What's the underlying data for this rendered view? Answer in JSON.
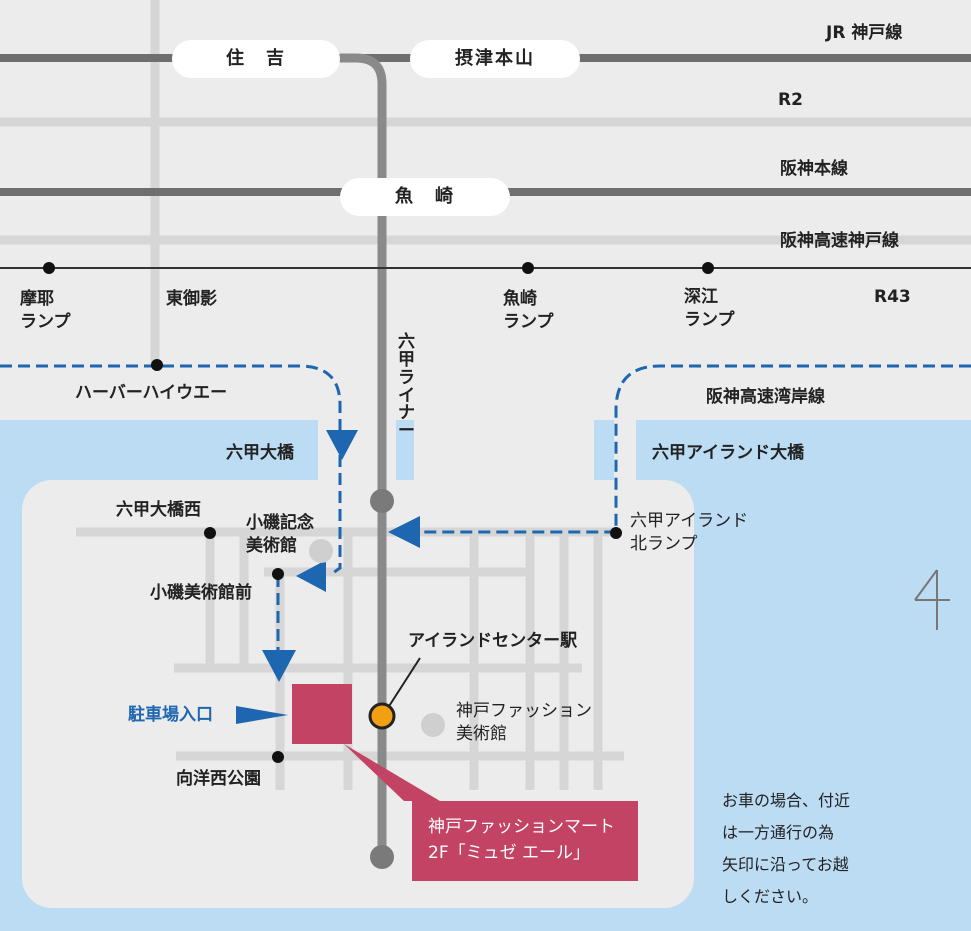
{
  "rail": {
    "jr_kobe": "JR 神戸線",
    "route2": "R2",
    "hanshin": "阪神本線",
    "hanshin_expressway": "阪神高速神戸線",
    "route43": "R43",
    "harbor_highway": "ハーバーハイウエー",
    "wangan": "阪神高速湾岸線",
    "rokko_liner": "六甲ライナー"
  },
  "stations": {
    "sumiyoshi": "住　吉",
    "settsu_motoyama": "摂津本山",
    "uozaki": "魚　崎",
    "island_center": "アイランドセンター駅"
  },
  "ramps": {
    "maya": "摩耶\nランプ",
    "higashi_mikage": "東御影",
    "uozaki": "魚崎\nランプ",
    "fukae": "深江\nランプ",
    "rokko_island_north": "六甲アイランド\n北ランプ"
  },
  "bridges": {
    "rokko_ohashi": "六甲大橋",
    "rokko_island_ohashi": "六甲アイランド大橋"
  },
  "places": {
    "rokko_ohashi_nishi": "六甲大橋西",
    "koiso_memorial": "小磯記念\n美術館",
    "koiso_museum_mae": "小磯美術館前",
    "fashion_museum": "神戸ファッション\n美術館",
    "koyo_nishi_park": "向洋西公園",
    "parking_entrance": "駐車場入口"
  },
  "destination": {
    "line1": "神戸ファッションマート",
    "line2": "2F「ミュゼ エール」"
  },
  "note": "お車の場合、付近\nは一方通行の為\n矢印に沿ってお越\nしください。",
  "north_mark": "↑",
  "colors": {
    "sea": "#bcdcf4",
    "land": "#ececec",
    "road": "#d6d6d6",
    "rail": "#6f6f6f",
    "route_blue": "#1e66b0",
    "destination": "#c34364",
    "station_orange": "#f0a010"
  }
}
